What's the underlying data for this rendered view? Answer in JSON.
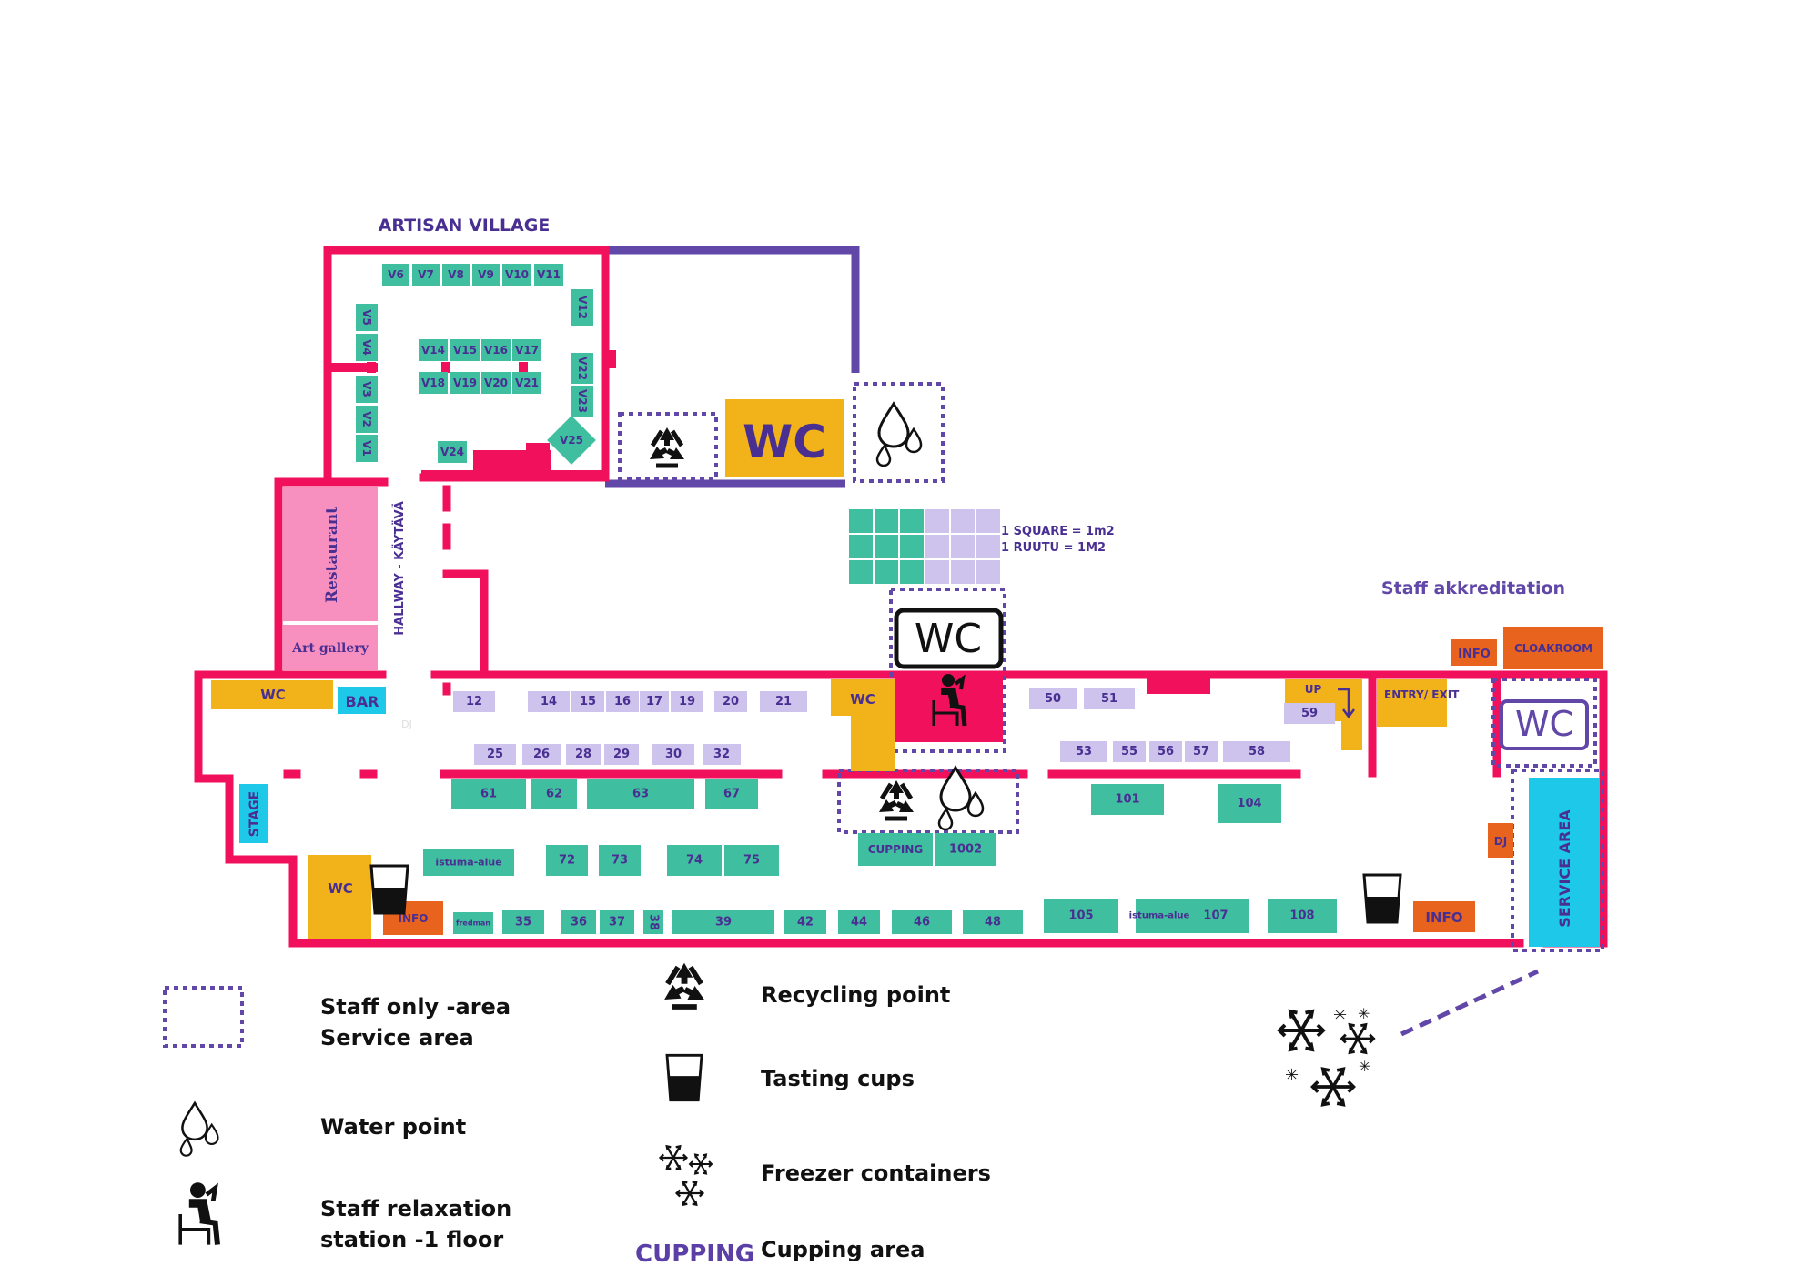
{
  "colors": {
    "wall_pink": "#f0105c",
    "wall_purple": "#6147a8",
    "stand_teal": "#3fbf9f",
    "stand_lavender": "#cdc3ec",
    "amber": "#f1b21a",
    "orange": "#e8641e",
    "blue": "#1ec8e8",
    "pink_room": "#f78fbf",
    "label_purple": "#4a2f93",
    "white": "#ffffff"
  },
  "labels": {
    "artisan_village": "ARTISAN VILLAGE",
    "restaurant": "Restaurant",
    "art_gallery": "Art gallery",
    "hallway": "HALLWAY - KÄYTÄVÄ",
    "dj": "DJ",
    "stage": "STAGE",
    "bar": "BAR",
    "wc": "WC",
    "info": "INFO",
    "cupping": "CUPPING",
    "istuma_alue": "istuma-alue",
    "istuma_alue_2": "istuma-alue",
    "fredman": "fredman",
    "up": "UP",
    "entry_exit": "ENTRY/ EXIT",
    "cloakroom": "CLOAKROOM",
    "staff_akkreditation": "Staff akkreditation",
    "service_area": "SERVICE AREA",
    "scale_line1": "1 SQUARE = 1m2",
    "scale_line2": "1 RUUTU = 1M2"
  },
  "artisan_stands": [
    "V1",
    "V2",
    "V3",
    "V4",
    "V5",
    "V6",
    "V7",
    "V8",
    "V9",
    "V10",
    "V11",
    "V12",
    "V14",
    "V15",
    "V16",
    "V17",
    "V18",
    "V19",
    "V20",
    "V21",
    "V22",
    "V23",
    "V24",
    "V25"
  ],
  "stands_top": [
    "12",
    "14",
    "15",
    "16",
    "17",
    "19",
    "20",
    "21",
    "50",
    "51"
  ],
  "stands_mid": [
    "25",
    "26",
    "28",
    "29",
    "30",
    "32",
    "53",
    "55",
    "56",
    "57",
    "58",
    "59"
  ],
  "stands_teal": [
    "61",
    "62",
    "63",
    "67",
    "101",
    "104",
    "1002",
    "72",
    "73",
    "74",
    "75",
    "35",
    "36",
    "37",
    "38",
    "39",
    "42",
    "44",
    "46",
    "48",
    "105",
    "107",
    "108"
  ],
  "legend": {
    "staff_only": "Staff only -area",
    "service_area": "Service area",
    "water_point": "Water point",
    "staff_relax_1": "Staff relaxation",
    "staff_relax_2": "station -1 floor",
    "recycling": "Recycling point",
    "tasting_cups": "Tasting cups",
    "freezer": "Freezer containers",
    "cupping_area": "Cupping area",
    "cupping_word": "CUPPING"
  },
  "icons": [
    "recycle-icon",
    "water-drops-icon",
    "tasting-cup-icon",
    "snowflake-icon",
    "staff-relax-icon",
    "staff-only-box-icon"
  ]
}
